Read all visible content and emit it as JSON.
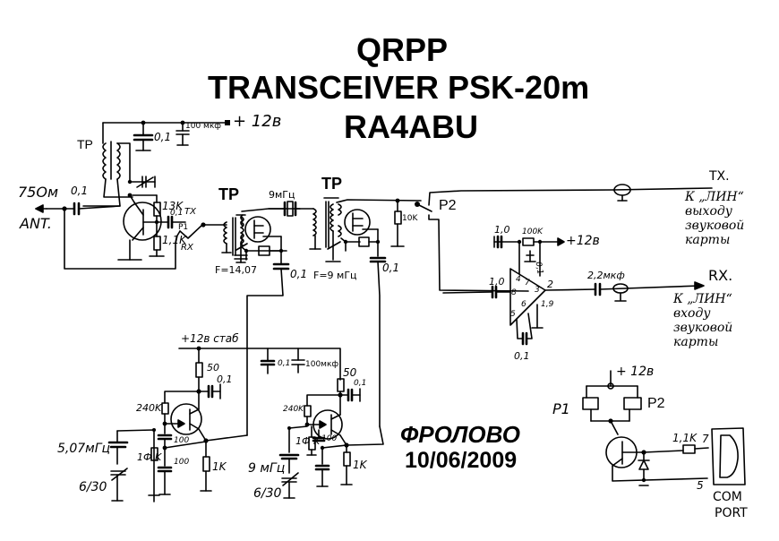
{
  "title": {
    "line1": "QRPP",
    "line2": "TRANSCEIVER  PSK-20m",
    "line3": "RA4ABU"
  },
  "footer": {
    "town": "ФРОЛОВО",
    "date": "10/06/2009"
  },
  "power": {
    "main_supply": "+ 12в",
    "top_cap": "0,1",
    "electrolytic": "100 мкф",
    "electrolytic_plus": "+"
  },
  "antenna_stage": {
    "impedance": "75Ом",
    "antenna": "ANT.",
    "coupling_cap": "0,1",
    "transformer": "TP",
    "bias_upper": "13K",
    "bias_lower": "1,1K",
    "relay_cap": "0,1",
    "relay_tx": "TX",
    "relay_rx": "RX",
    "relay_name": "P1"
  },
  "mixer1": {
    "transformer": "TP",
    "frequency": "F=14,07",
    "output_cap": "0,1"
  },
  "crystal_filter": {
    "crystal": "9мГц"
  },
  "mixer2": {
    "transformer": "TP",
    "frequency": "F=9 мГц",
    "output_cap": "0,1",
    "load_resistor": "10K"
  },
  "relay2": {
    "name": "P2"
  },
  "amplifier": {
    "input_cap": "1,0",
    "feedback_cap": "1,0",
    "feedback_resistor": "100K",
    "supply": "+12в",
    "output_cap": "2,2мкф",
    "pin_labels": [
      "4",
      "7",
      "3",
      "8",
      "6",
      "5",
      "2",
      "1,9"
    ],
    "bypass_cap": "0,1",
    "bottom_cap": "0,1"
  },
  "tx_output": {
    "label": "TX.",
    "note": [
      "К „ЛИН“",
      "выходу",
      "звуковой",
      "карты"
    ]
  },
  "rx_input": {
    "label": "RX.",
    "note": [
      "К „ЛИН“",
      "входу",
      "звуковой",
      "карты"
    ]
  },
  "oscillators": {
    "stabilized_supply": "+12в стаб",
    "decoupling_cap": "0,1",
    "decoupling_electrolytic": "100мкф",
    "vfo": {
      "drain_resistor": "50",
      "bypass_cap": "0,1",
      "gate_resistor": "240K",
      "crystal": "5,07мГц",
      "trimmer": "6/30",
      "gate_leak": "1Ф K",
      "cap_upper": "100",
      "cap_lower": "100",
      "source_resistor": "1K"
    },
    "bfo": {
      "drain_resistor": "50",
      "bypass_cap": "0,1",
      "gate_resistor": "240K",
      "crystal": "9 мГц",
      "trimmer": "6/30",
      "gate_leak": "1Ф K",
      "cap_upper": "100",
      "source_resistor": "1K"
    }
  },
  "ptt_interface": {
    "supply": "+ 12в",
    "relay1": "P1",
    "relay2": "P2",
    "resistor": "1,1K",
    "pin_rts": "7",
    "pin_gnd": "5",
    "connector": [
      "СОМ",
      "PORT"
    ]
  }
}
